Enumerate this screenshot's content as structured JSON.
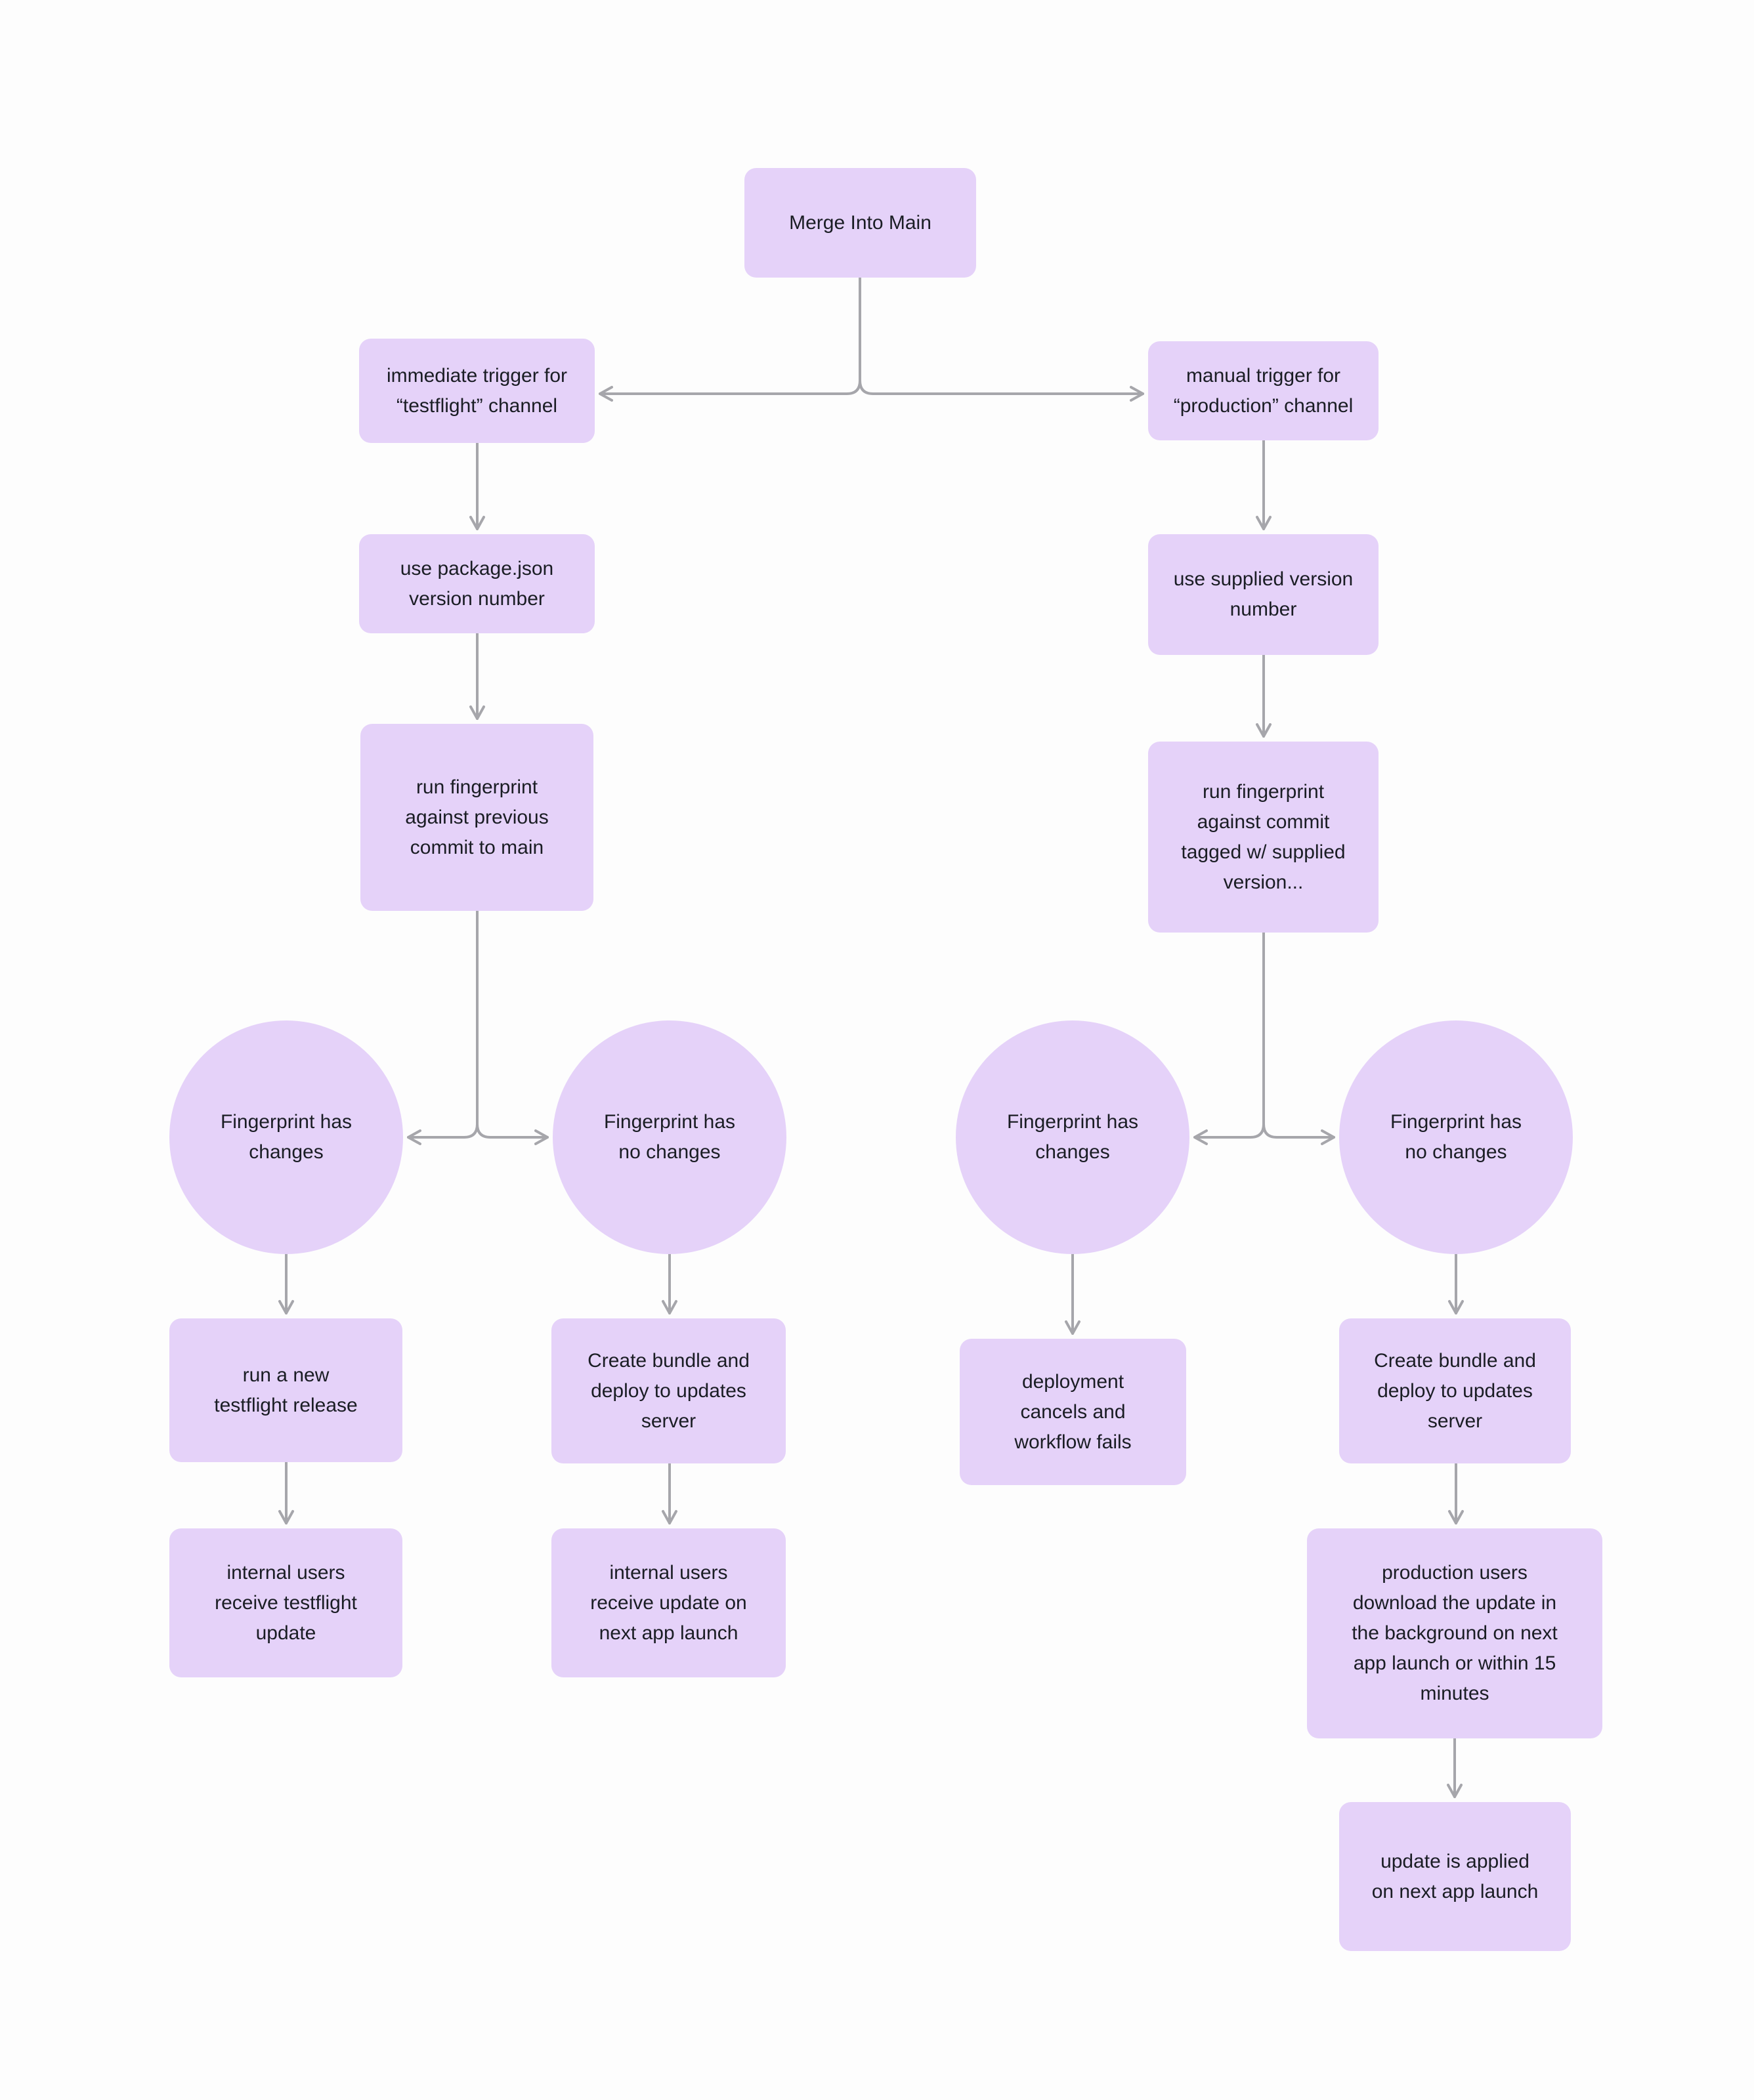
{
  "diagram": {
    "type": "flowchart",
    "colors": {
      "node_fill": "#e5d2f9",
      "arrow": "#a6a6ab",
      "text": "#1a1d24",
      "background": "#fdfdfd"
    },
    "nodes": {
      "merge": {
        "label": "Merge Into Main"
      },
      "testflight_trigger": {
        "label": "immediate trigger for\n“testflight” channel"
      },
      "production_trigger": {
        "label": "manual trigger for\n“production” channel"
      },
      "package_version": {
        "label": "use package.json\nversion number"
      },
      "supplied_version": {
        "label": "use supplied version\nnumber"
      },
      "fingerprint_previous": {
        "label": "run fingerprint\nagainst previous\ncommit to main"
      },
      "fingerprint_tagged": {
        "label": "run fingerprint\nagainst commit\ntagged w/ supplied\nversion..."
      },
      "tf_changes": {
        "label": "Fingerprint has\nchanges"
      },
      "tf_no_changes": {
        "label": "Fingerprint has\nno changes"
      },
      "prod_changes": {
        "label": "Fingerprint has\nchanges"
      },
      "prod_no_changes": {
        "label": "Fingerprint has\nno changes"
      },
      "testflight_release": {
        "label": "run a new\ntestflight release"
      },
      "tf_bundle_deploy": {
        "label": "Create bundle and\ndeploy to updates\nserver"
      },
      "deployment_cancels": {
        "label": "deployment\ncancels and\nworkflow fails"
      },
      "prod_bundle_deploy": {
        "label": "Create bundle and\ndeploy to updates\nserver"
      },
      "tf_internal_update": {
        "label": "internal users\nreceive testflight\nupdate"
      },
      "tf_internal_launch": {
        "label": "internal users\nreceive update on\nnext app launch"
      },
      "prod_download": {
        "label": "production users\ndownload the update in\nthe background on next\napp launch or within 15\nminutes"
      },
      "prod_applied": {
        "label": "update is applied\non next app launch"
      }
    }
  }
}
